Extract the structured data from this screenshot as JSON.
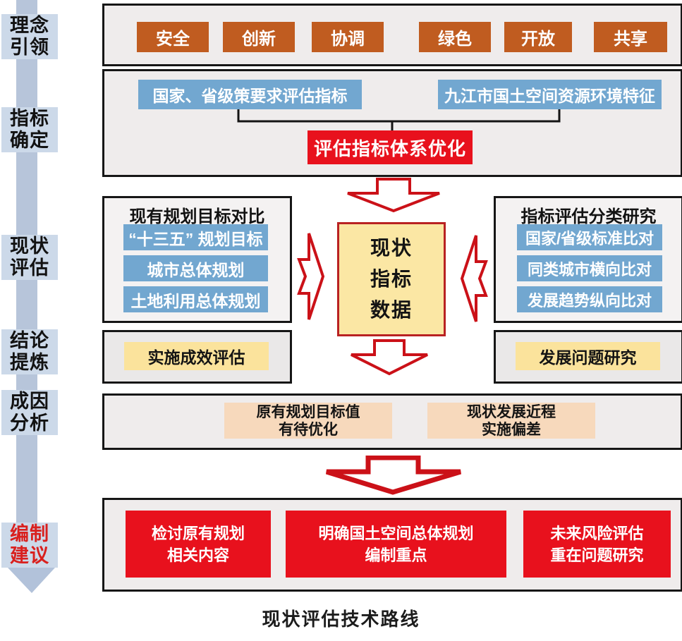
{
  "page": {
    "caption": "现状评估技术路线"
  },
  "colors": {
    "accent_orange": "#c05c20",
    "accent_blue": "#72a7d0",
    "accent_red": "#e8111d",
    "arrow_red": "#cb1118",
    "yellow_fill": "#fbe39c",
    "yellow_center_fill": "#fbe7a4",
    "peach_fill": "#f7d9bc",
    "sidebar_arrow": "#b7c5da",
    "sidebar_label_bg": "#ccd9e9",
    "section_bg": "#efecec"
  },
  "sidebar": {
    "stages": [
      {
        "label": "理念\n引领"
      },
      {
        "label": "指标\n确定"
      },
      {
        "label": "现状\n评估"
      },
      {
        "label": "结论\n提炼"
      },
      {
        "label": "成因\n分析"
      },
      {
        "label": "编制\n建议"
      }
    ]
  },
  "concepts": {
    "items": [
      "安全",
      "创新",
      "协调",
      "绿色",
      "开放",
      "共享"
    ]
  },
  "indicator_determination": {
    "inputs": [
      "国家、省级策要求评估指标",
      "九江市国土空间资源环境特征"
    ],
    "output": "评估指标体系优化"
  },
  "status_evaluation": {
    "left": {
      "title": "现有规划目标对比",
      "items": [
        "“十三五” 规划目标",
        "城市总体规划",
        "土地利用总体规划"
      ]
    },
    "center": {
      "text": "现状\n指标\n数据"
    },
    "right": {
      "title": "指标评估分类研究",
      "items": [
        "国家/省级标准比对",
        "同类城市横向比对",
        "发展趋势纵向比对"
      ]
    }
  },
  "conclusions": {
    "left": "实施成效评估",
    "right": "发展问题研究"
  },
  "cause_analysis": {
    "items": [
      "原有规划目标值\n有待优化",
      "现状发展近程\n实施偏差"
    ]
  },
  "recommendations": {
    "items": [
      "检讨原有规划\n相关内容",
      "明确国土空间总体规划\n编制重点",
      "未来风险评估\n重在问题研究"
    ]
  }
}
